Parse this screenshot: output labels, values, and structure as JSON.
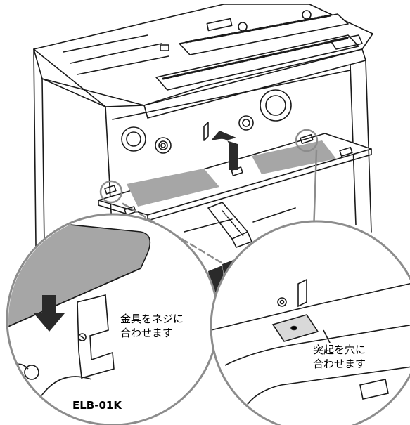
{
  "left_callout": {
    "line1": "金具をネジに",
    "line2": "合わせます"
  },
  "right_callout": {
    "line1": "突起を穴に",
    "line2": "合わせます"
  },
  "model_label": "ELB-01K",
  "colors": {
    "line": "#1a1a1a",
    "gray_fill": "#a6a6a6",
    "leader": "#8c8c8c",
    "dark": "#2a2a2a"
  }
}
